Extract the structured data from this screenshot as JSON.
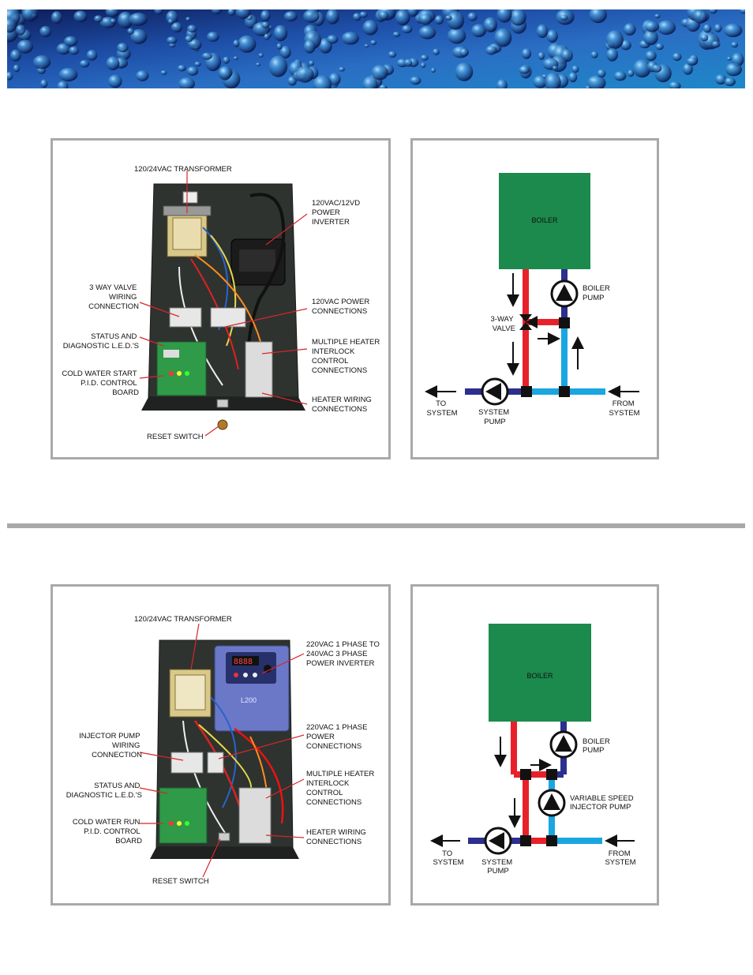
{
  "top_section": {
    "control_panel": {
      "transformer": "120/24VAC TRANSFORMER",
      "inverter": [
        "120VAC/12VD",
        "POWER",
        "INVERTER"
      ],
      "valve_wiring": [
        "3 WAY VALVE",
        "WIRING",
        "CONNECTION"
      ],
      "power_connections": [
        "120VAC POWER",
        "CONNECTIONS"
      ],
      "status_leds": [
        "STATUS AND",
        "DIAGNOSTIC L.E.D.'S"
      ],
      "interlock": [
        "MULTIPLE HEATER",
        "INTERLOCK",
        "CONTROL",
        "CONNECTIONS"
      ],
      "control_board": [
        "COLD WATER START",
        "P.I.D. CONTROL",
        "BOARD"
      ],
      "heater_wiring": [
        "HEATER WIRING",
        "CONNECTIONS"
      ],
      "reset_switch": "RESET SWITCH"
    },
    "piping_diagram": {
      "boiler": "BOILER",
      "boiler_pump": [
        "BOILER",
        "PUMP"
      ],
      "valve": [
        "3-WAY",
        "VALVE"
      ],
      "to_system": [
        "TO",
        "SYSTEM"
      ],
      "system_pump": [
        "SYSTEM",
        "PUMP"
      ],
      "from_system": [
        "FROM",
        "SYSTEM"
      ]
    }
  },
  "bottom_section": {
    "control_panel": {
      "transformer": "120/24VAC TRANSFORMER",
      "inverter": [
        "220VAC 1 PHASE TO",
        "240VAC 3 PHASE",
        "POWER INVERTER"
      ],
      "pump_wiring": [
        "INJECTOR PUMP",
        "WIRING",
        "CONNECTION"
      ],
      "power_connections": [
        "220VAC 1 PHASE",
        "POWER",
        "CONNECTIONS"
      ],
      "status_leds": [
        "STATUS AND",
        "DIAGNOSTIC L.E.D.'S"
      ],
      "interlock": [
        "MULTIPLE HEATER",
        "INTERLOCK",
        "CONTROL",
        "CONNECTIONS"
      ],
      "control_board": [
        "COLD WATER RUN",
        "P.I.D. CONTROL",
        "BOARD"
      ],
      "heater_wiring": [
        "HEATER WIRING",
        "CONNECTIONS"
      ],
      "reset_switch": "RESET SWITCH",
      "inverter_model": "L200",
      "inverter_display": "8888"
    },
    "piping_diagram": {
      "boiler": "BOILER",
      "boiler_pump": [
        "BOILER",
        "PUMP"
      ],
      "injector_pump": [
        "VARIABLE SPEED",
        "INJECTOR PUMP"
      ],
      "to_system": [
        "TO",
        "SYSTEM"
      ],
      "system_pump": [
        "SYSTEM",
        "PUMP"
      ],
      "from_system": [
        "FROM",
        "SYSTEM"
      ]
    }
  },
  "colors": {
    "boiler_green": "#1b8a4c",
    "hot_red": "#e8202a",
    "cold_blue": "#1aa6e0",
    "return_navy": "#2b2f8e",
    "panel_border": "#a9a9a9"
  }
}
